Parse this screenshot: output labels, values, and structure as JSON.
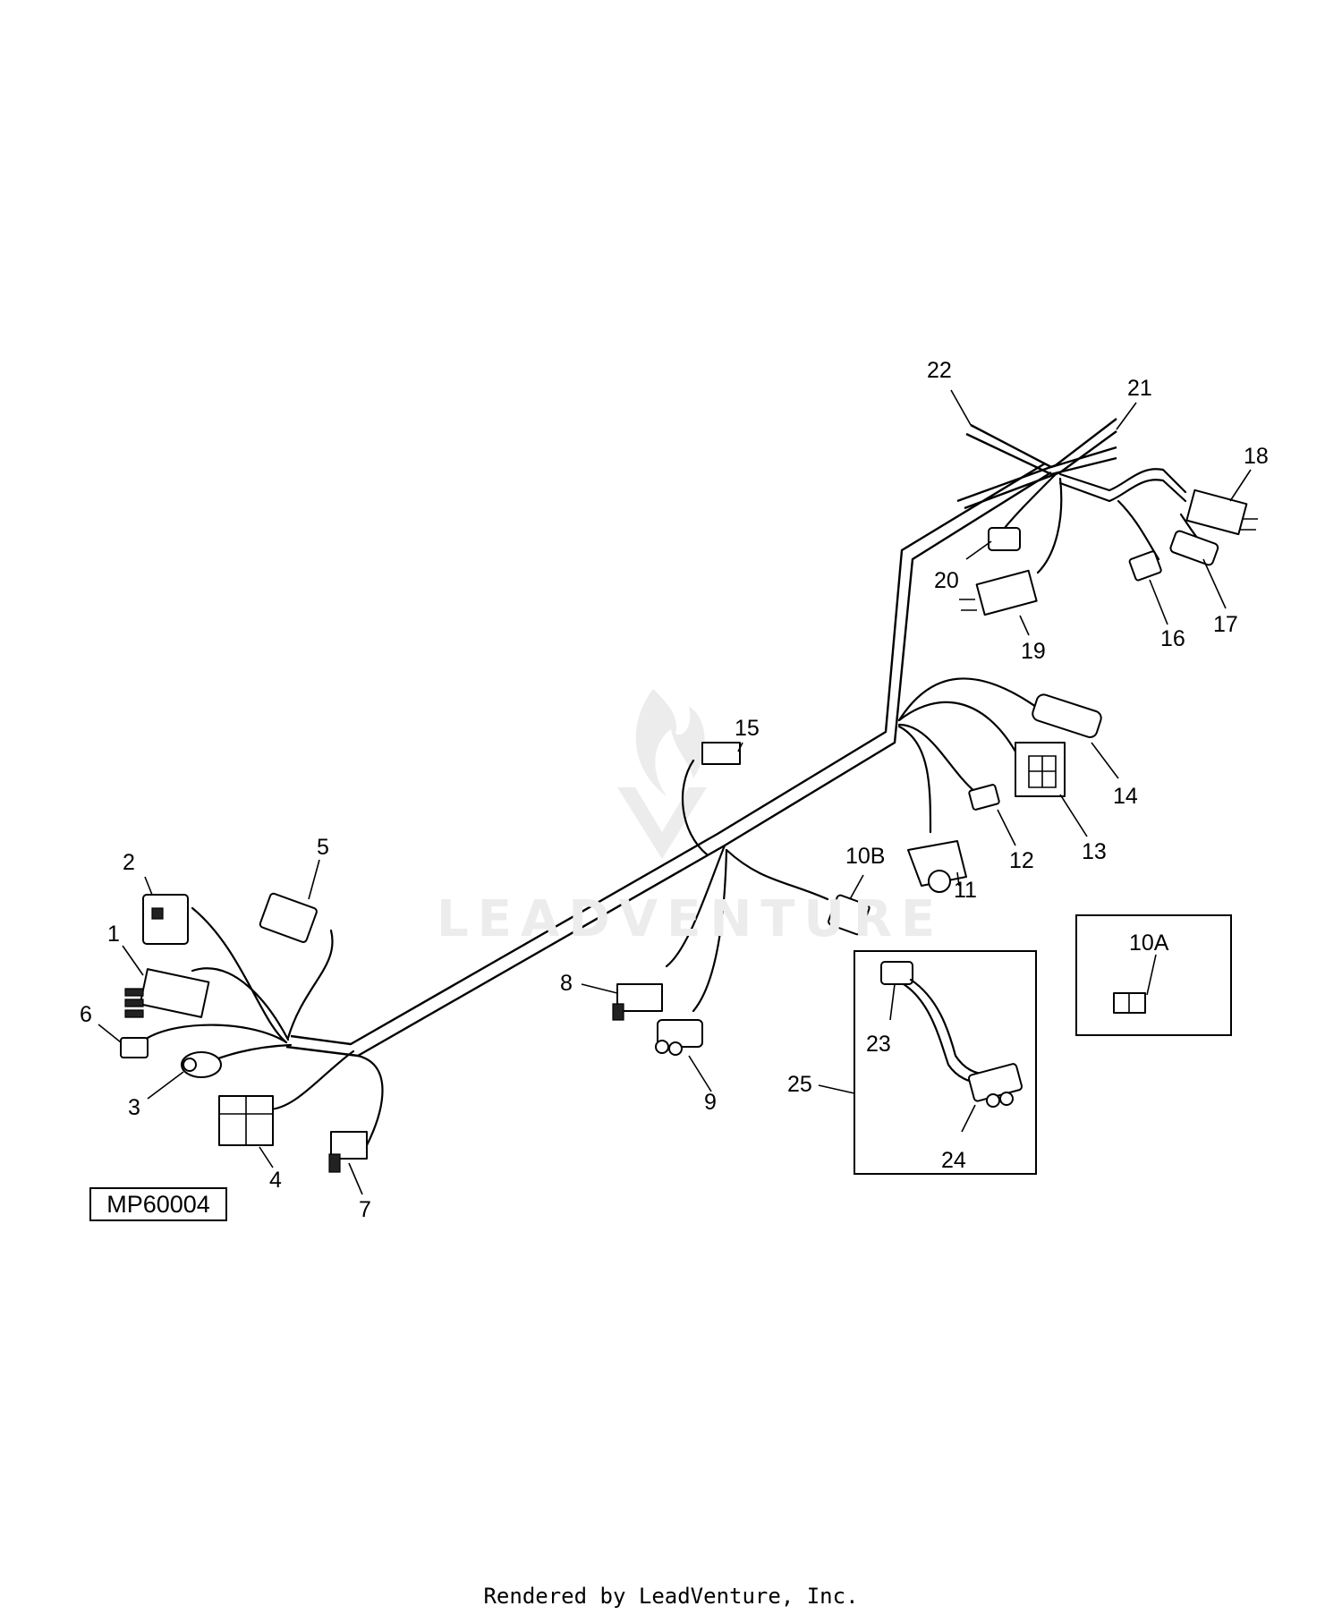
{
  "watermark": "LEADVENTURE",
  "drawing_id": "MP60004",
  "footer": "Rendered by LeadVenture, Inc.",
  "callouts": [
    "1",
    "2",
    "3",
    "4",
    "5",
    "6",
    "7",
    "8",
    "9",
    "10A",
    "10B",
    "11",
    "12",
    "13",
    "14",
    "15",
    "16",
    "17",
    "18",
    "19",
    "20",
    "21",
    "22",
    "23",
    "24",
    "25"
  ]
}
